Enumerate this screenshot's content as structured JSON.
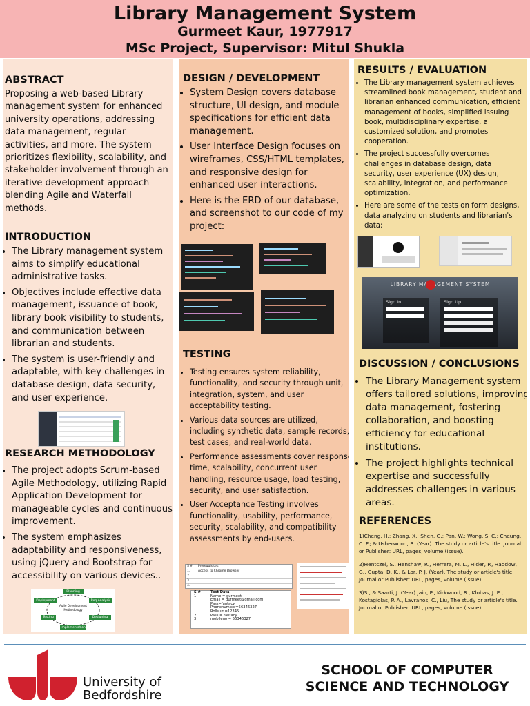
{
  "header": {
    "title": "Library Management System",
    "author_line": "Gurmeet Kaur, 1977917",
    "project_line": "MSc Project, Supervisor: Mitul Shukla"
  },
  "abstract": {
    "heading": "ABSTRACT",
    "text": "Proposing a web-based Library management system for enhanced university operations, addressing data management, regular activities, and more. The system prioritizes flexibility, scalability, and stakeholder involvement through an iterative development approach blending Agile and Waterfall methods."
  },
  "introduction": {
    "heading": "INTRODUCTION",
    "items": [
      "The Library management system aims to simplify educational administrative tasks.",
      "Objectives include effective data management, issuance of book, library book visibility to students, and communication between librarian and students.",
      "The system is user-friendly and adaptable, with key challenges in database design, data security, and user experience."
    ]
  },
  "research": {
    "heading": "RESEARCH METHODOLOGY",
    "items": [
      "The project adopts Scrum-based Agile Methodology, utilizing Rapid Application Development for manageable cycles and continuous improvement.",
      "The system emphasizes adaptability and responsiveness, using jQuery and Bootstrap for accessibility on various devices.."
    ],
    "diagram": {
      "center": "Agile Development Methodology",
      "stages": [
        "Planning",
        "Req Analysis",
        "Designing",
        "Implementation",
        "Testing",
        "Deployment"
      ]
    }
  },
  "design": {
    "heading": "DESIGN / DEVELOPMENT",
    "items": [
      "System Design covers database structure, UI design, and module specifications for efficient data management.",
      "User Interface Design focuses on wireframes, CSS/HTML templates, and responsive design for enhanced user interactions.",
      "Here is the ERD of our database, and screenshot to our code of my project:"
    ]
  },
  "testing": {
    "heading": "TESTING",
    "items": [
      "Testing ensures system reliability, functionality, and security through unit, integration, system, and user acceptability testing.",
      "Various data sources are utilized, including synthetic data, sample records, test cases, and real-world data.",
      "Performance assessments cover response time, scalability, concurrent user handling, resource usage, load testing, security, and user satisfaction.",
      "User Acceptance Testing involves functionality, usability, performance, security, scalability, and compatibility assessments by end-users."
    ],
    "table1": {
      "headers": [
        "S #",
        "Prerequisites:"
      ],
      "rows": [
        [
          "1.",
          "Access to Chrome Browser"
        ],
        [
          "2.",
          ""
        ],
        [
          "3.",
          ""
        ],
        [
          "4.",
          ""
        ]
      ]
    },
    "table2": {
      "headers": [
        "S #",
        "Test Data"
      ],
      "rows": [
        [
          "1",
          "Name = gurmeet"
        ],
        [
          "",
          "Email = gurmeet@gmail.com"
        ],
        [
          "",
          "Pass=fantacy"
        ],
        [
          "",
          "Phonenumber=56346327"
        ],
        [
          "",
          "Rollsum=12345"
        ],
        [
          "2",
          "Pass = fantacy"
        ],
        [
          "3",
          "mobileno = 56346327"
        ]
      ]
    }
  },
  "results": {
    "heading": "RESULTS / EVALUATION",
    "items": [
      "The Library management system achieves streamlined book management, student and librarian enhanced communication, efficient management of books, simplified issuing book, multidisciplinary expertise, a customized solution, and promotes cooperation.",
      "The project successfully overcomes challenges in database design, data security, user experience (UX) design, scalability, integration, and performance optimization.",
      "Here are some of the tests on form designs, data analyzing on students and librarian's data:"
    ],
    "screenshot": {
      "title": "LIBRARY MANAGEMENT SYSTEM",
      "signin": "Sign In",
      "signup": "Sign Up"
    }
  },
  "discussion": {
    "heading": "DISCUSSION / CONCLUSIONS",
    "items": [
      "The Library Management system offers tailored solutions, improving data management, fostering collaboration, and boosting efficiency for educational institutions.",
      "The project highlights technical expertise and successfully addresses challenges in various areas."
    ]
  },
  "references": {
    "heading": "REFERENCES",
    "items": [
      "1)Cheng, H.; Zhang, X.; Shen, G.; Pan, W.; Wong, S. C.; Cheung, C. F.; & Usherwood, B. (Year). The study or article's title. Journal or Publisher: URL, pages, volume (issue).",
      "2)Hentczel, S., Henshaw, R., Herrera, M. L., Hider, P., Haddow, G., Gupta, D. K., & Lor, P. J. (Year). The study or article's title. Journal or Publisher: URL, pages, volume (issue).",
      "3)S., & Saarti, J. (Year) Jain, P., Kirkwood, R., Klobas, J. E., Kostagiolas, P. A., Lavranos, C., Liu, The study or article's title. Journal or Publisher: URL, pages, volume (issue)."
    ]
  },
  "footer": {
    "university_line1": "University of",
    "university_line2": "Bedfordshire",
    "school": "SCHOOL OF COMPUTER SCIENCE AND TECHNOLOGY"
  },
  "colors": {
    "header": "#f7b4b4",
    "col1": "#fbe4d6",
    "col2": "#f6c8a8",
    "col3": "#f4dfa5",
    "logo_red": "#d0212e"
  }
}
